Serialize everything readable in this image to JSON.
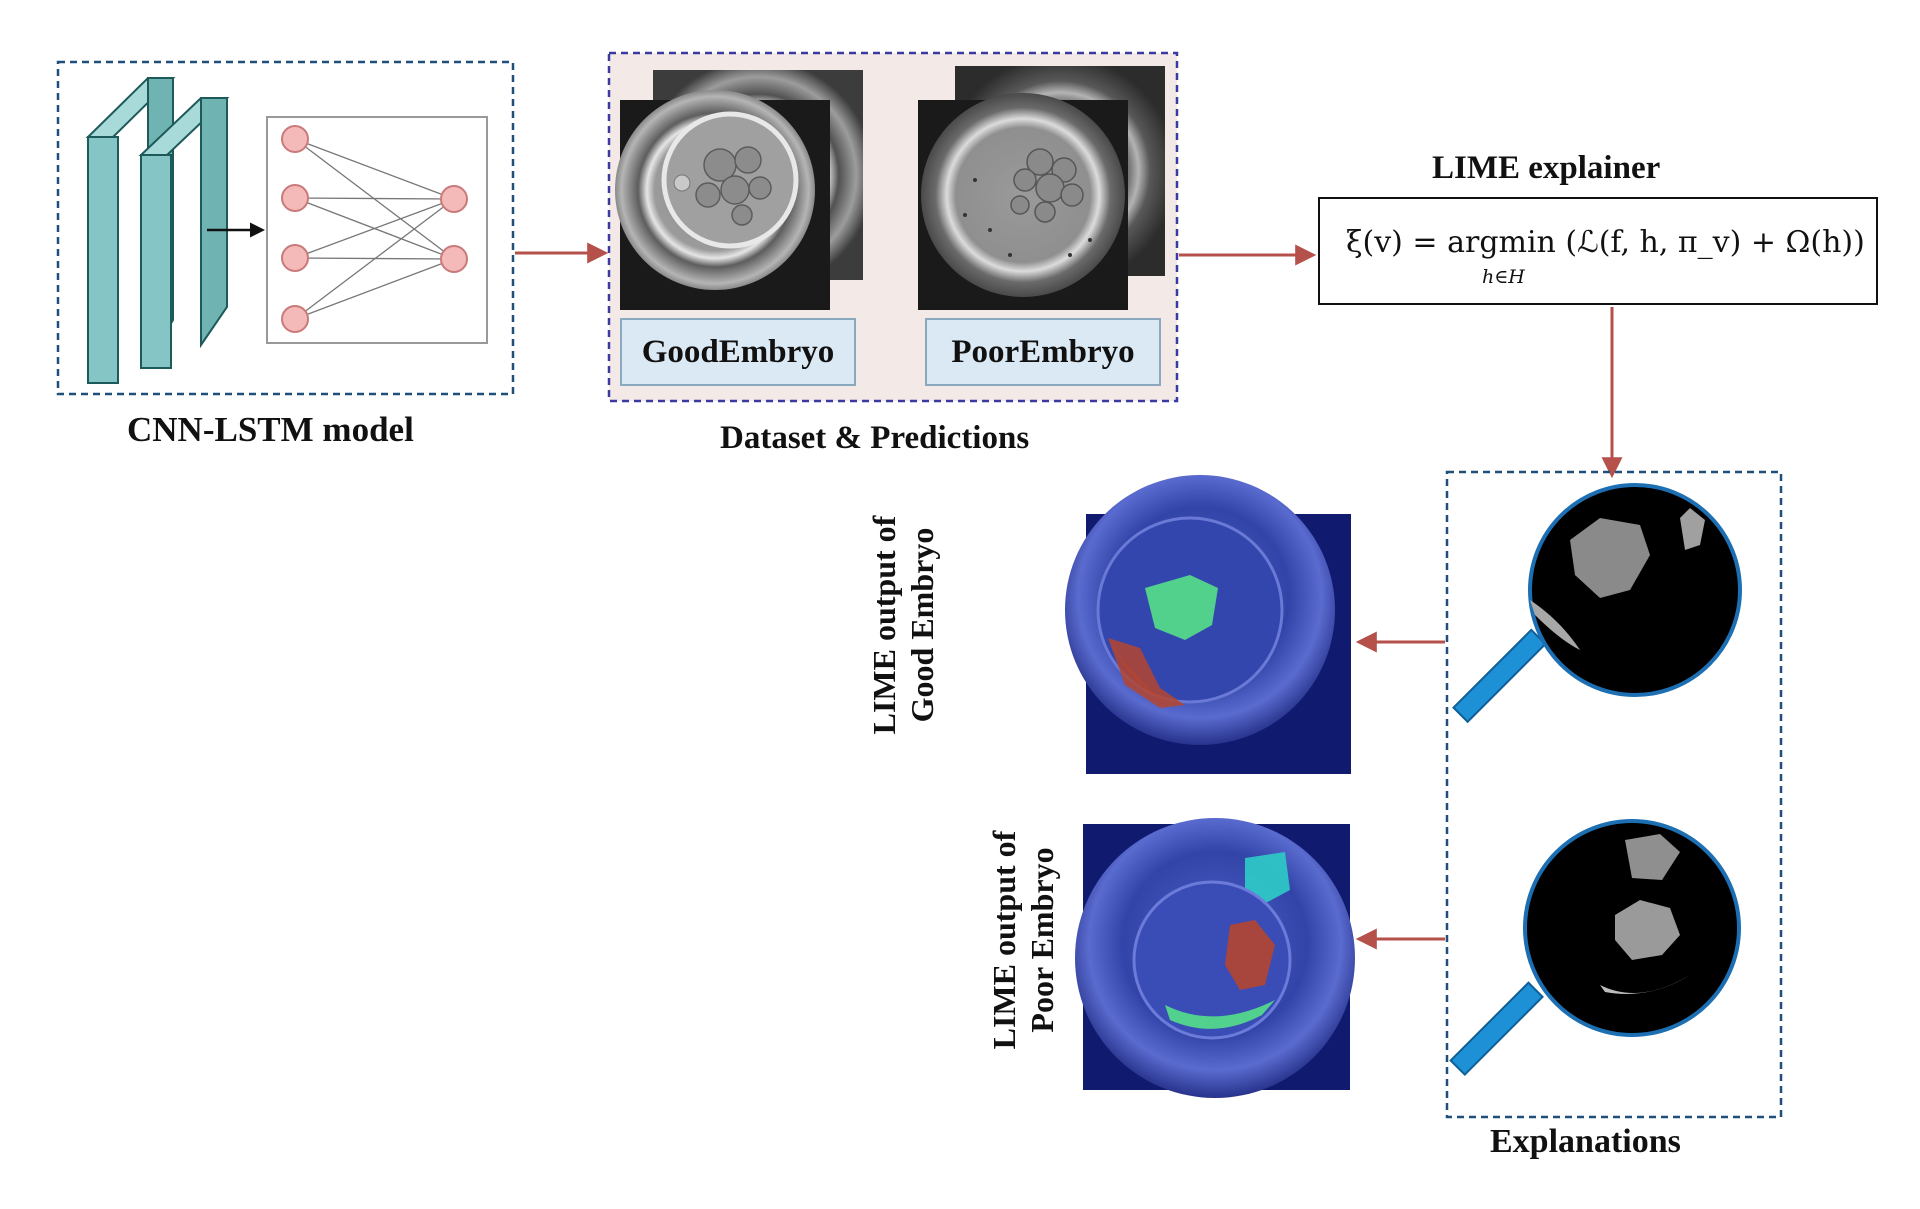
{
  "labels": {
    "cnn_lstm": "CNN-LSTM model",
    "dataset": "Dataset & Predictions",
    "lime_title": "LIME explainer",
    "explanations": "Explanations",
    "good_box": "GoodEmbryo",
    "poor_box": "PoorEmbryo",
    "good_output_line1": "LIME output of",
    "good_output_line2": "Good Embryo",
    "poor_output_line1": "LIME output of",
    "poor_output_line2": "Poor Embryo"
  },
  "formula": {
    "main": "ξ(v) = argmin (ℒ(f, h, π_v) + Ω(h))",
    "subscript": "h∈H"
  },
  "colors": {
    "arrow": "#b5504a",
    "dashed_box": "#1f4f7a",
    "dataset_border": "#3b3aa0",
    "dataset_bg": "#f3e9e7",
    "layer_fill": "#86c5c5",
    "node_fill": "#f4b9b9",
    "magnifier_handle": "#1e90d6",
    "magnifier_ring": "#1d6fb3",
    "lime_bg": "#101a6e",
    "lime_green": "#55e08a",
    "lime_red": "#b5452f",
    "lime_cyan": "#2ec6c6"
  }
}
